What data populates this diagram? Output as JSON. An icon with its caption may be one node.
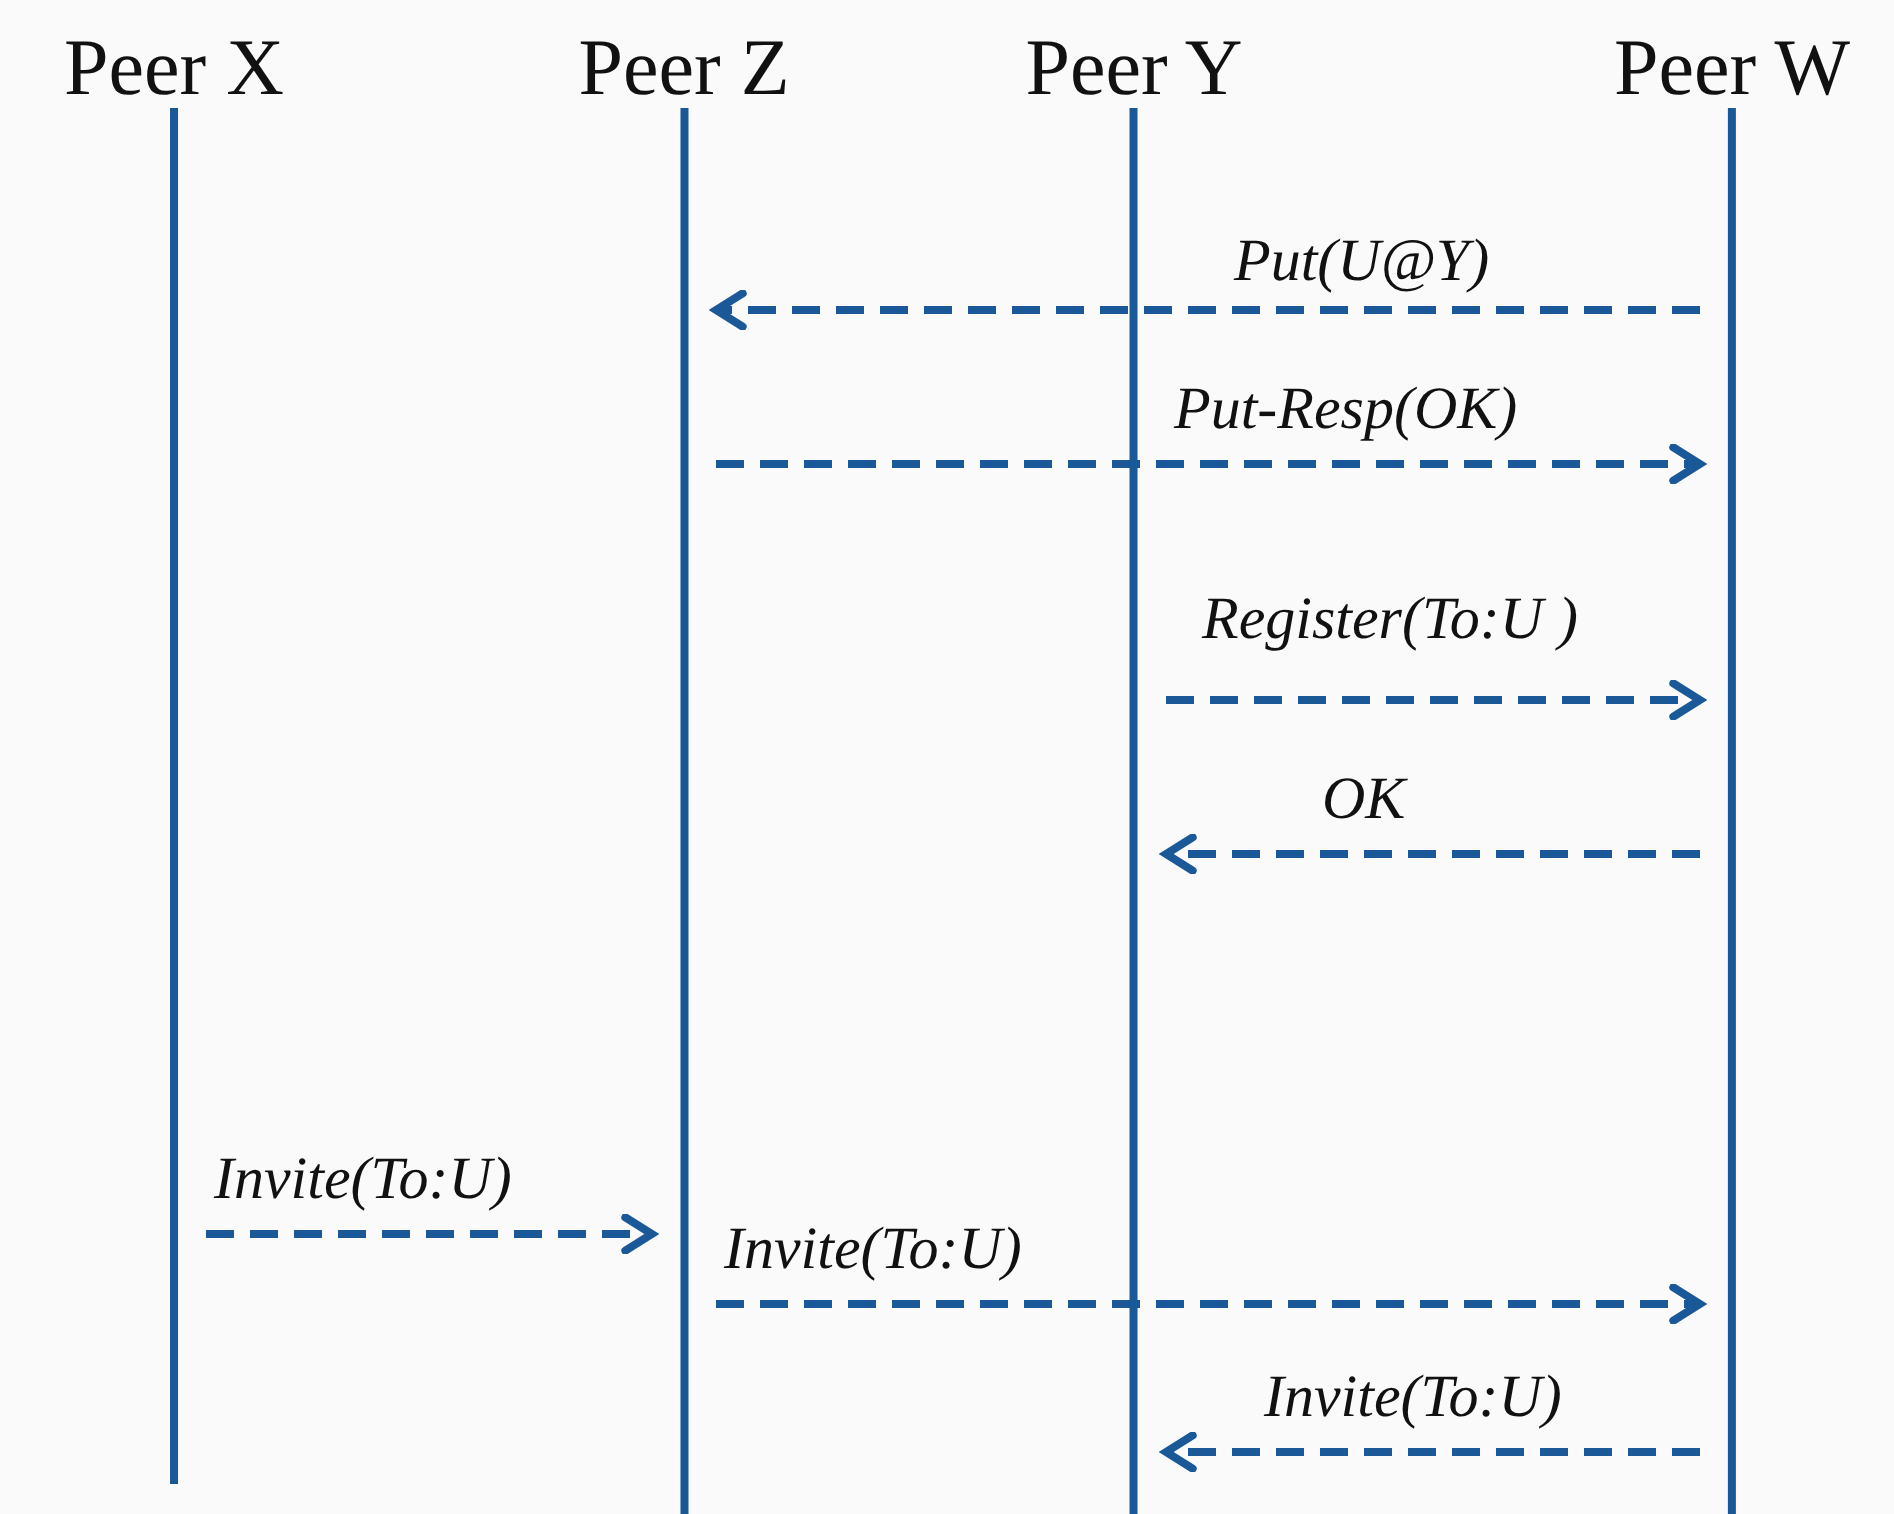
{
  "diagram": {
    "nodes": [
      {
        "text": [
          "Peer X"
        ]
      },
      {
        "text": [
          "Peer Z"
        ]
      },
      {
        "text": [
          "Peer Y"
        ]
      },
      {
        "text": [
          "Peer W"
        ]
      }
    ],
    "edges": [
      {
        "from": 3,
        "to": 1,
        "arrow": "to",
        "label": "Put(U@Y)",
        "style": "dashed"
      },
      {
        "from": 1,
        "to": 3,
        "arrow": "to",
        "label": "Put-Resp(OK)",
        "style": "dashed"
      },
      {
        "from": 2,
        "to": 3,
        "arrow": "to",
        "label": "Register(To:U )",
        "style": "dashed"
      },
      {
        "from": 3,
        "to": 2,
        "arrow": "to",
        "label": "OK",
        "style": "dashed"
      },
      {
        "from": 0,
        "to": 1,
        "arrow": "to",
        "label": "Invite(To:U)",
        "style": "dashed"
      },
      {
        "from": 1,
        "to": 3,
        "arrow": "to",
        "label": "Invite(To:U)",
        "style": "dashed"
      },
      {
        "from": 3,
        "to": 2,
        "arrow": "to",
        "label": "Invite(To:U)",
        "style": "dashed"
      }
    ]
  }
}
